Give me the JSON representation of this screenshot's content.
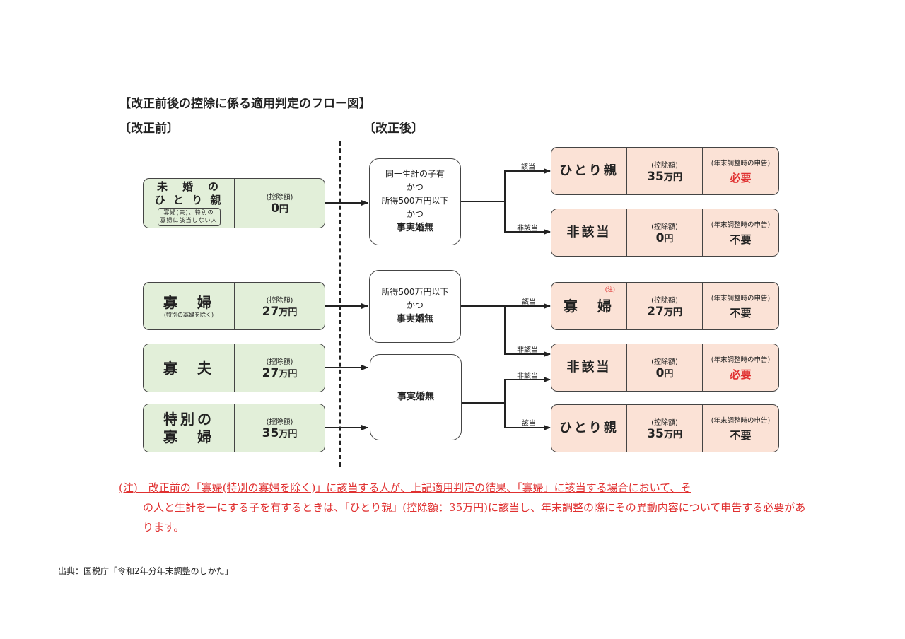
{
  "title": "【改正前後の控除に係る適用判定のフロー図】",
  "before_label": "〔改正前〕",
  "after_label": "〔改正後〕",
  "deduction_label": "(控除額)",
  "declaration_label": "(年末調整時の申告)",
  "before": {
    "unmarried": {
      "line1": "未　婚　の",
      "line2": "ひ と り 親",
      "note1": "寡婦(夫)、特別の",
      "note2": "寡婦に該当しない人",
      "amount": "0",
      "unit": "円"
    },
    "widow": {
      "name": "寡　婦",
      "sub": "(特別の寡婦を除く)",
      "amount": "27",
      "unit": "万円"
    },
    "widower": {
      "name": "寡　夫",
      "amount": "27",
      "unit": "万円"
    },
    "special_widow": {
      "line1": "特別の",
      "line2": "寡　婦",
      "amount": "35",
      "unit": "万円"
    }
  },
  "conditions": {
    "c1": {
      "l1": "同一生計の子有",
      "l2": "かつ",
      "l3": "所得500万円以下",
      "l4": "かつ",
      "l5": "事実婚無"
    },
    "c2": {
      "l1": "所得500万円以下",
      "l2": "かつ",
      "l3": "事実婚無"
    },
    "c3": {
      "l1": "事実婚無"
    }
  },
  "edge_labels": {
    "yes": "該当",
    "no": "非該当"
  },
  "after": {
    "r1": {
      "name": "ひとり親",
      "amount": "35",
      "unit": "万円",
      "decl": "必要"
    },
    "r2": {
      "name": "非該当",
      "amount": "0",
      "unit": "円",
      "decl": "不要"
    },
    "r3": {
      "name": "寡　婦",
      "mark": "(注)",
      "amount": "27",
      "unit": "万円",
      "decl": "不要"
    },
    "r4": {
      "name": "非該当",
      "amount": "0",
      "unit": "円",
      "decl": "必要"
    },
    "r5": {
      "name": "ひとり親",
      "amount": "35",
      "unit": "万円",
      "decl": "不要"
    }
  },
  "colors": {
    "before_fill": "#e2efd9",
    "after_fill": "#fbe2d6",
    "note": "#e03030"
  },
  "note": {
    "line1": "(注)　改正前の「寡婦(特別の寡婦を除く)」に該当する人が、上記適用判定の結果、「寡婦」に該当する場合において、そ",
    "rest": "の人と生計を一にする子を有するときは、「ひとり親」(控除額：35万円)に該当し、年末調整の際にその異動内容について申告する必要があります。"
  },
  "source": "出典：国税庁「令和2年分年末調整のしかた」"
}
